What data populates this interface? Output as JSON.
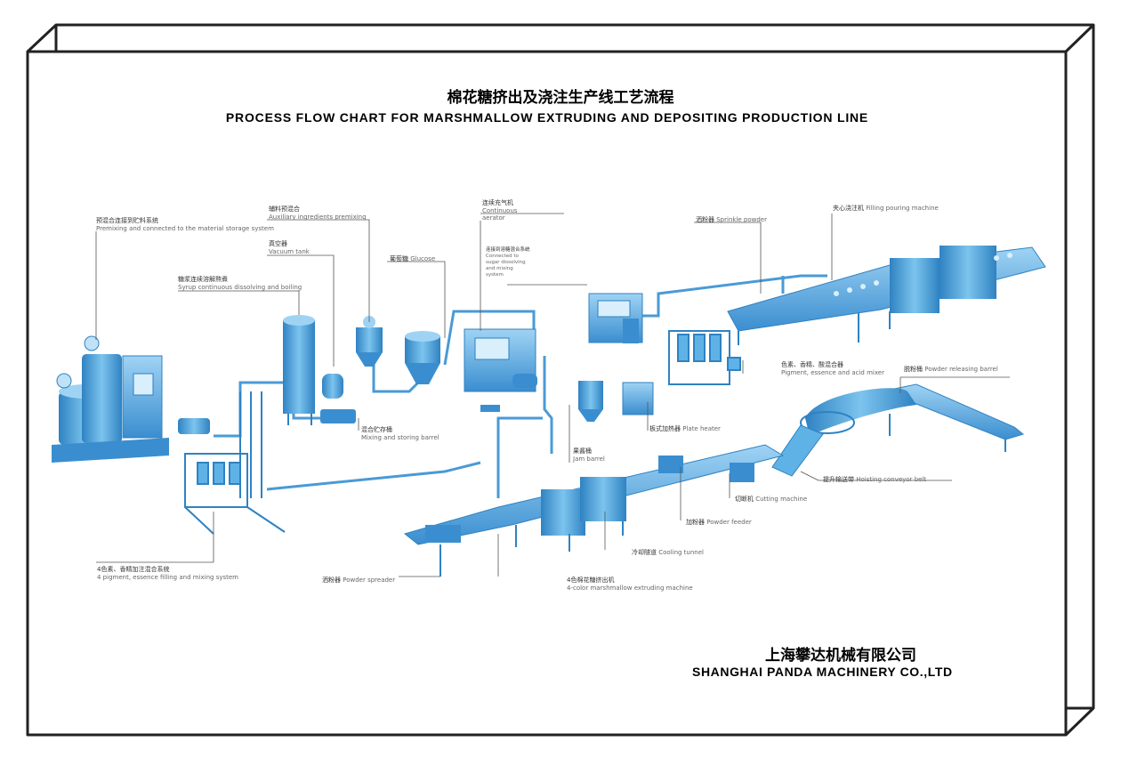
{
  "header": {
    "title_cn": "棉花糖挤出及浇注生产线工艺流程",
    "title_en": "PROCESS FLOW CHART FOR MARSHMALLOW EXTRUDING AND DEPOSITING PRODUCTION LINE"
  },
  "footer": {
    "company_cn": "上海攀达机械有限公司",
    "company_en": "SHANGHAI PANDA MACHINERY CO.,LTD"
  },
  "labels": {
    "premixing": {
      "cn": "预混合连接到贮料系统",
      "en": "Premixing and connected to the material storage system"
    },
    "auxiliary": {
      "cn": "辅料预混合",
      "en": "Auxiliary ingredients premixing"
    },
    "vacuum": {
      "cn": "真空器",
      "en": "Vacuum tank"
    },
    "syrup": {
      "cn": "糖浆连续溶解熬煮",
      "en": "Syrup continuous dissolving and boiling"
    },
    "glucose": {
      "cn": "葡萄糖",
      "en": "Glucose"
    },
    "aerator": {
      "cn": "连续充气机",
      "en1": "Continuous",
      "en2": "aerator"
    },
    "sugar_conn": {
      "cn": "连接到溶糖混合系统",
      "en1": "Connected to",
      "en2": "sugar dissolving",
      "en3": "and mixing",
      "en4": "system"
    },
    "sprinkle": {
      "cn": "洒粉器",
      "en": "Sprinkle powder"
    },
    "filling": {
      "cn": "夹心浇注机",
      "en": "Filling pouring machine"
    },
    "pigment_acid": {
      "cn": "色素、香精、酸混合器",
      "en": "Pigment, essence and acid mixer"
    },
    "powder_release": {
      "cn": "脱粉桶",
      "en": "Powder releasing barrel"
    },
    "mixing_storing": {
      "cn": "混合贮存桶",
      "en": "Mixing and storing barrel"
    },
    "jam": {
      "cn": "果酱桶",
      "en": "Jam barrel"
    },
    "plate_heater": {
      "cn": "板式加热器",
      "en": "Plate heater"
    },
    "hoisting": {
      "cn": "提升输送带",
      "en": "Hoisting conveyor belt"
    },
    "cutting": {
      "cn": "切断机",
      "en": "Cutting machine"
    },
    "powder_feeder": {
      "cn": "加粉器",
      "en": "Powder feeder"
    },
    "cooling": {
      "cn": "冷却隧道",
      "en": "Cooling tunnel"
    },
    "pigment4": {
      "cn": "4色素、香精加注混合系统",
      "en": "4 pigment, essence filling and mixing system"
    },
    "spreader": {
      "cn": "洒粉器",
      "en": "Powder spreader"
    },
    "extruder": {
      "cn": "4色棉花糖挤出机",
      "en": "4-color marshmallow extruding machine"
    }
  },
  "colors": {
    "machine_fill": "#5fb2e6",
    "machine_dark": "#2f82c2",
    "machine_light": "#bfe2f8",
    "frame": "#222222",
    "leader": "#555555"
  }
}
